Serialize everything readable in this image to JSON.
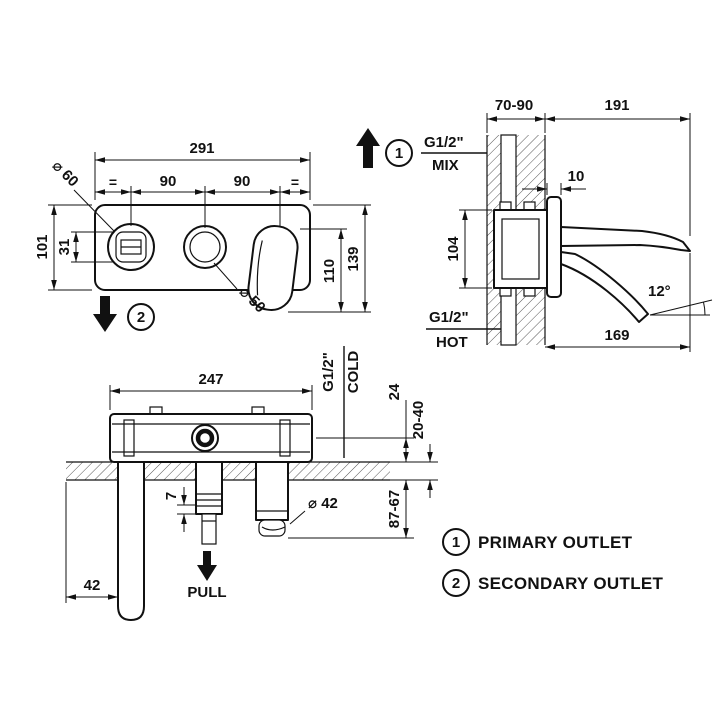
{
  "front_view": {
    "dim_291": "291",
    "eq_left": "=",
    "dim_90_left": "90",
    "dim_90_right": "90",
    "eq_right": "=",
    "dia_60": "⌀ 60",
    "dim_101": "101",
    "dim_31": "31",
    "dim_110": "110",
    "dim_139": "139",
    "dia_50": "⌀ 50",
    "callout_2": "2"
  },
  "side_view": {
    "callout_1": "1",
    "mix_thread": "G1/2\"",
    "mix_label": "MIX",
    "dim_70_90": "70-90",
    "dim_191": "191",
    "dim_10": "10",
    "dim_104": "104",
    "angle_12": "12°",
    "dim_169": "169",
    "hot_thread": "G1/2\"",
    "hot_label": "HOT"
  },
  "plan_view": {
    "dim_247": "247",
    "cold_thread": "G1/2\"",
    "cold_label": "COLD",
    "dim_24": "24",
    "dim_20_40": "20-40",
    "dim_87_67": "87-67",
    "dim_7": "7",
    "dia_42": "⌀ 42",
    "dim_42": "42",
    "pull_label": "PULL"
  },
  "legend": {
    "items": [
      {
        "num": "1",
        "label": "PRIMARY OUTLET"
      },
      {
        "num": "2",
        "label": "SECONDARY OUTLET"
      }
    ]
  },
  "colors": {
    "ink": "#111111",
    "background": "#ffffff"
  }
}
